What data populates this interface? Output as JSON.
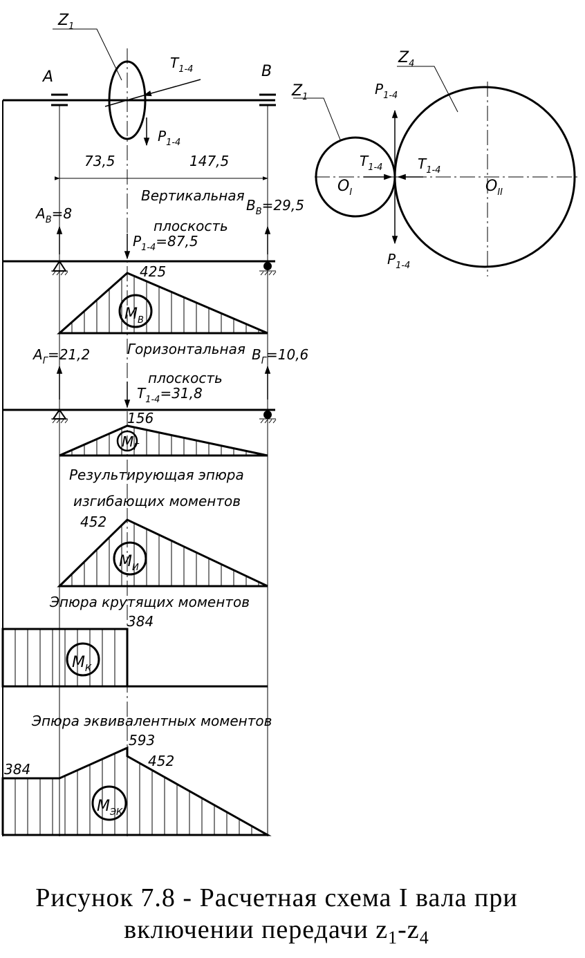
{
  "shaft": {
    "support_a": "A",
    "support_b": "B",
    "gear": "Z",
    "gear_sub": "1",
    "force_t": "T",
    "force_p": "P",
    "force_sub": "1-4",
    "dim_left": "73,5",
    "dim_right": "147,5"
  },
  "mesh": {
    "gear_small": "Z",
    "gear_small_sub": "1",
    "gear_large": "Z",
    "gear_large_sub": "4",
    "center_small": "O",
    "center_small_sub": "I",
    "center_large": "O",
    "center_large_sub": "II",
    "force_p": "P",
    "force_t": "T",
    "force_sub": "1-4"
  },
  "vertical": {
    "title_line1": "Вертикальная",
    "title_line2": "плоскость",
    "ra_label": "A",
    "ra_sub": "В",
    "ra_value": "=8",
    "rb_label": "B",
    "rb_sub": "В",
    "rb_value": "=29,5",
    "load_label": "P",
    "load_sub": "1-4",
    "load_value": "=87,5",
    "peak": "425",
    "moment": "M",
    "moment_sub": "В"
  },
  "horizontal": {
    "title_line1": "Горизонтальная",
    "title_line2": "плоскость",
    "ra_label": "A",
    "ra_sub": "Г",
    "ra_value": "=21,2",
    "rb_label": "B",
    "rb_sub": "Г",
    "rb_value": "=10,6",
    "load_label": "T",
    "load_sub": "1-4",
    "load_value": "=31,8",
    "peak": "156",
    "moment": "M",
    "moment_sub": "Г"
  },
  "resultant": {
    "title_line1": "Результирующая эпюра",
    "title_line2": "изгибающих моментов",
    "peak": "452",
    "moment": "M",
    "moment_sub": "И"
  },
  "torque": {
    "title": "Эпюра крутящих моментов",
    "value": "384",
    "moment": "M",
    "moment_sub": "К"
  },
  "equivalent": {
    "title": "Эпюра эквивалентных моментов",
    "left_value": "384",
    "peak": "593",
    "right_value": "452",
    "moment": "M",
    "moment_sub": "ЭК"
  },
  "caption": {
    "line1": "Рисунок 7.8 - Расчетная схема I вала при",
    "line2_prefix": "включении передачи z",
    "line2_sub1": "1",
    "line2_dash": "-z",
    "line2_sub2": "4"
  }
}
